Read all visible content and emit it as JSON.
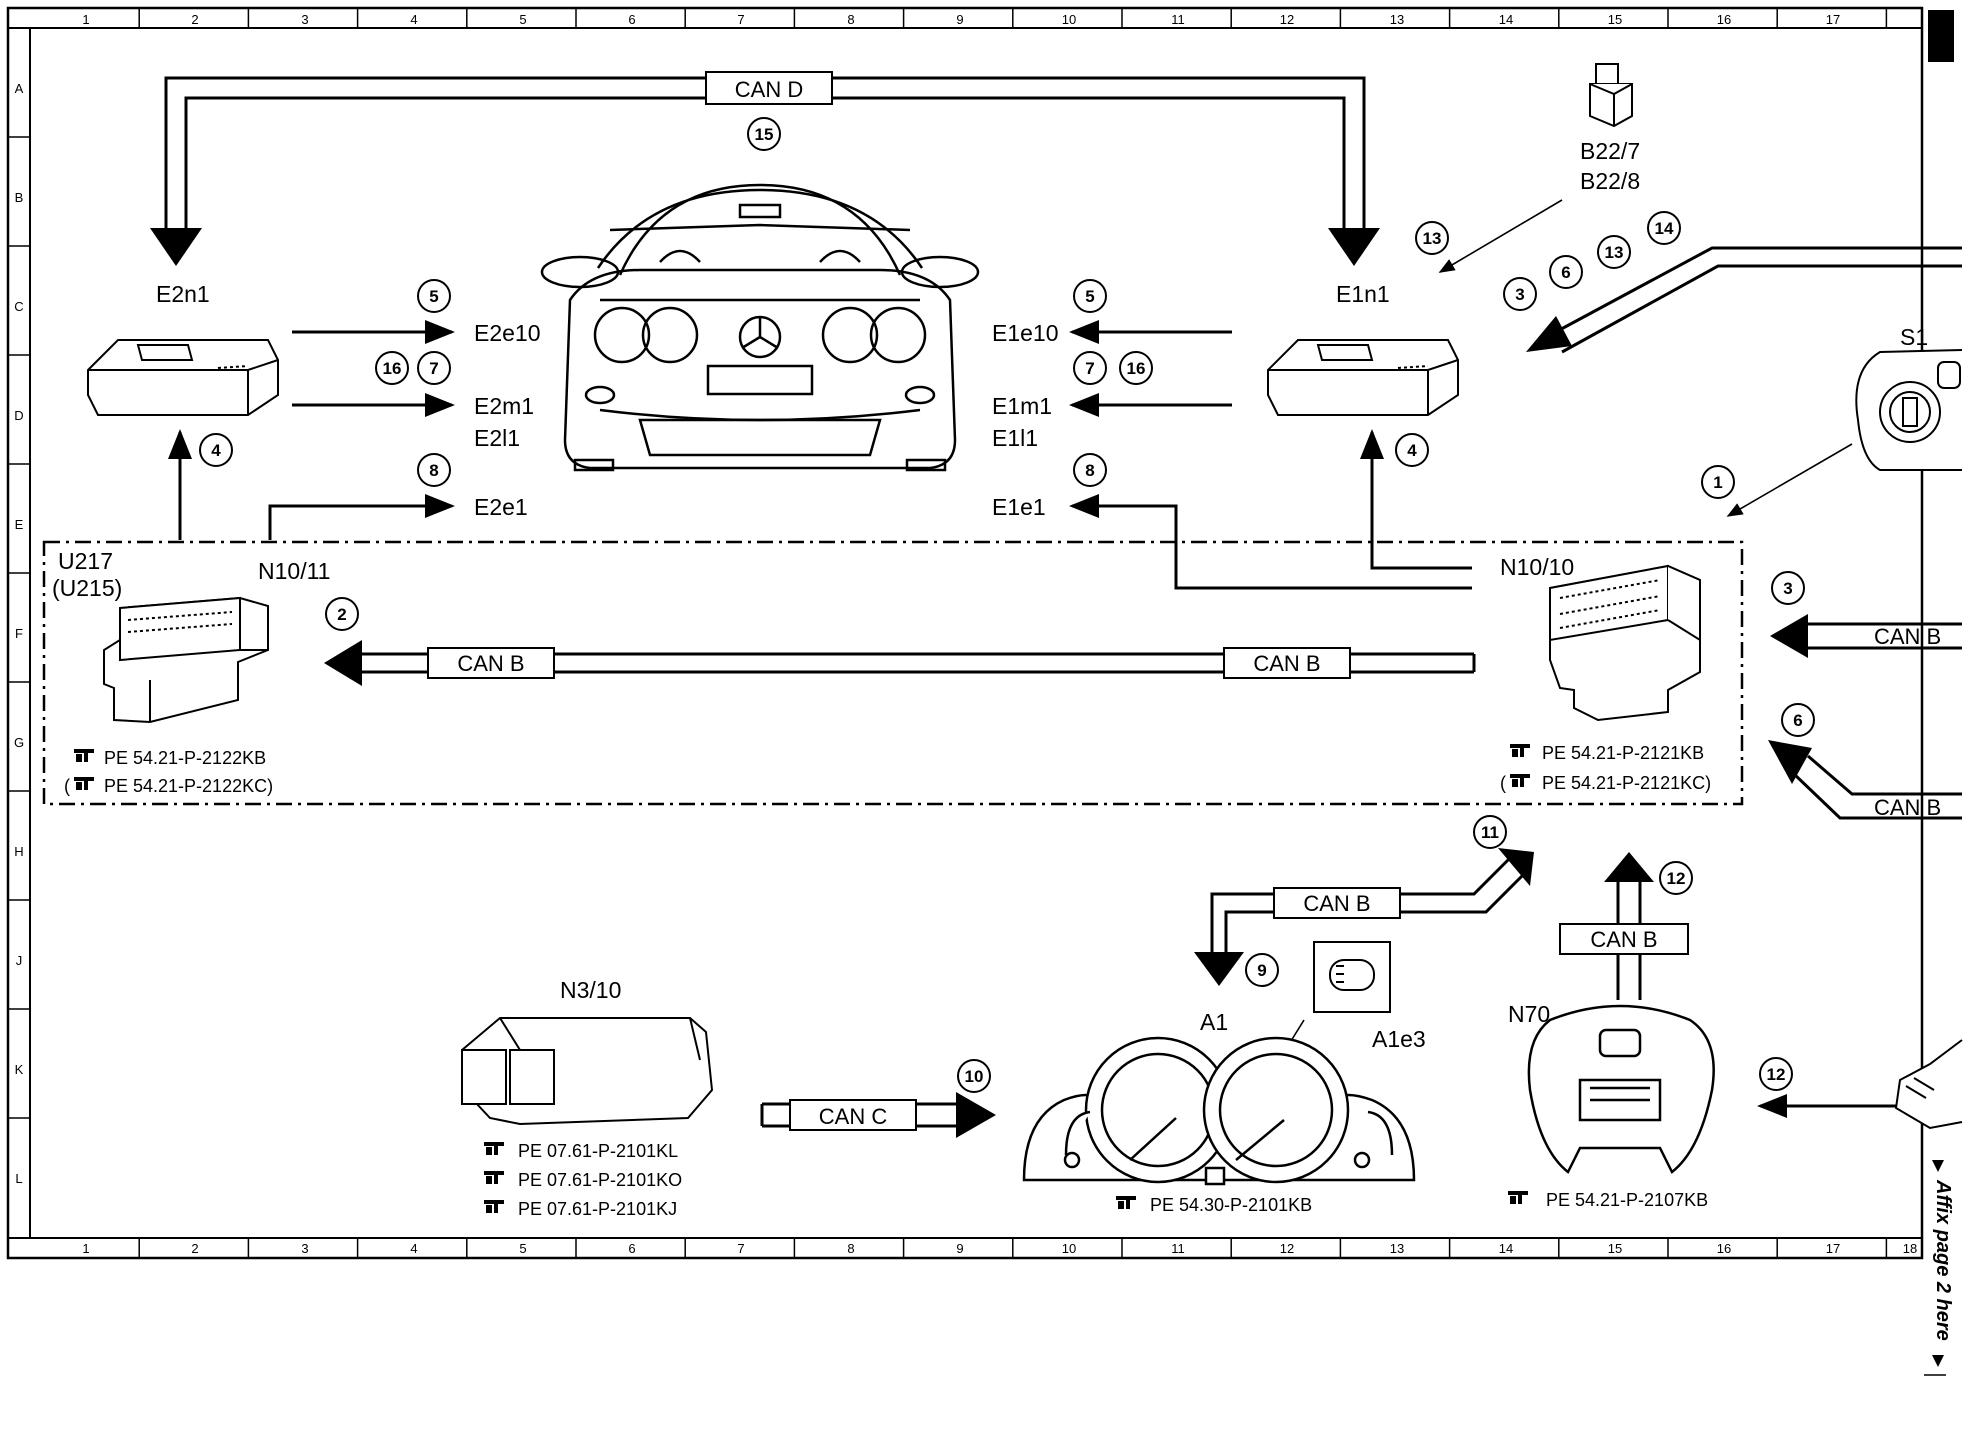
{
  "ruler": {
    "cols": [
      "1",
      "2",
      "3",
      "4",
      "5",
      "6",
      "7",
      "8",
      "9",
      "10",
      "11",
      "12",
      "13",
      "14",
      "15",
      "16",
      "17",
      "18"
    ],
    "rows": [
      "A",
      "B",
      "C",
      "D",
      "E",
      "F",
      "G",
      "H",
      "J",
      "K",
      "L"
    ]
  },
  "buses": {
    "can_d": "CAN D",
    "can_b": "CAN B",
    "can_c": "CAN C"
  },
  "components": {
    "b22": "B22/7",
    "b22b": "B22/8",
    "e2n1": "E2n1",
    "e1n1": "E1n1",
    "s1": "S1",
    "u217": "U217",
    "u215": "(U215)",
    "n10_11": "N10/11",
    "n10_10": "N10/10",
    "n3_10": "N3/10",
    "a1": "A1",
    "a1e3": "A1e3",
    "n70": "N70"
  },
  "lamps": {
    "e2e10": "E2e10",
    "e2m1": "E2m1",
    "e2l1": "E2l1",
    "e2e1": "E2e1",
    "e1e10": "E1e10",
    "e1m1": "E1m1",
    "e1l1": "E1l1",
    "e1e1": "E1e1"
  },
  "references": {
    "n10_11_a": "PE 54.21-P-2122KB",
    "n10_11_b": "(",
    "n10_11_b2": "PE 54.21-P-2122KC)",
    "n10_10_a": "PE 54.21-P-2121KB",
    "n10_10_b": "(",
    "n10_10_b2": "PE 54.21-P-2121KC)",
    "n3_10_a": "PE 07.61-P-2101KL",
    "n3_10_b": "PE 07.61-P-2101KO",
    "n3_10_c": "PE 07.61-P-2101KJ",
    "a1": "PE 54.30-P-2101KB",
    "n70": "PE 54.21-P-2107KB"
  },
  "callouts": {
    "c15": "15",
    "c13a": "13",
    "c14": "14",
    "c13b": "13",
    "c6a": "6",
    "c3a": "3",
    "c5l": "5",
    "c16l": "16",
    "c7l": "7",
    "c8l": "8",
    "c4l": "4",
    "c5r": "5",
    "c7r": "7",
    "c16r": "16",
    "c8r": "8",
    "c4r": "4",
    "c1": "1",
    "c2": "2",
    "c3b": "3",
    "c6b": "6",
    "c11": "11",
    "c12a": "12",
    "c9": "9",
    "c10": "10",
    "c12b": "12"
  },
  "margin_note": "Affix page 2 here"
}
